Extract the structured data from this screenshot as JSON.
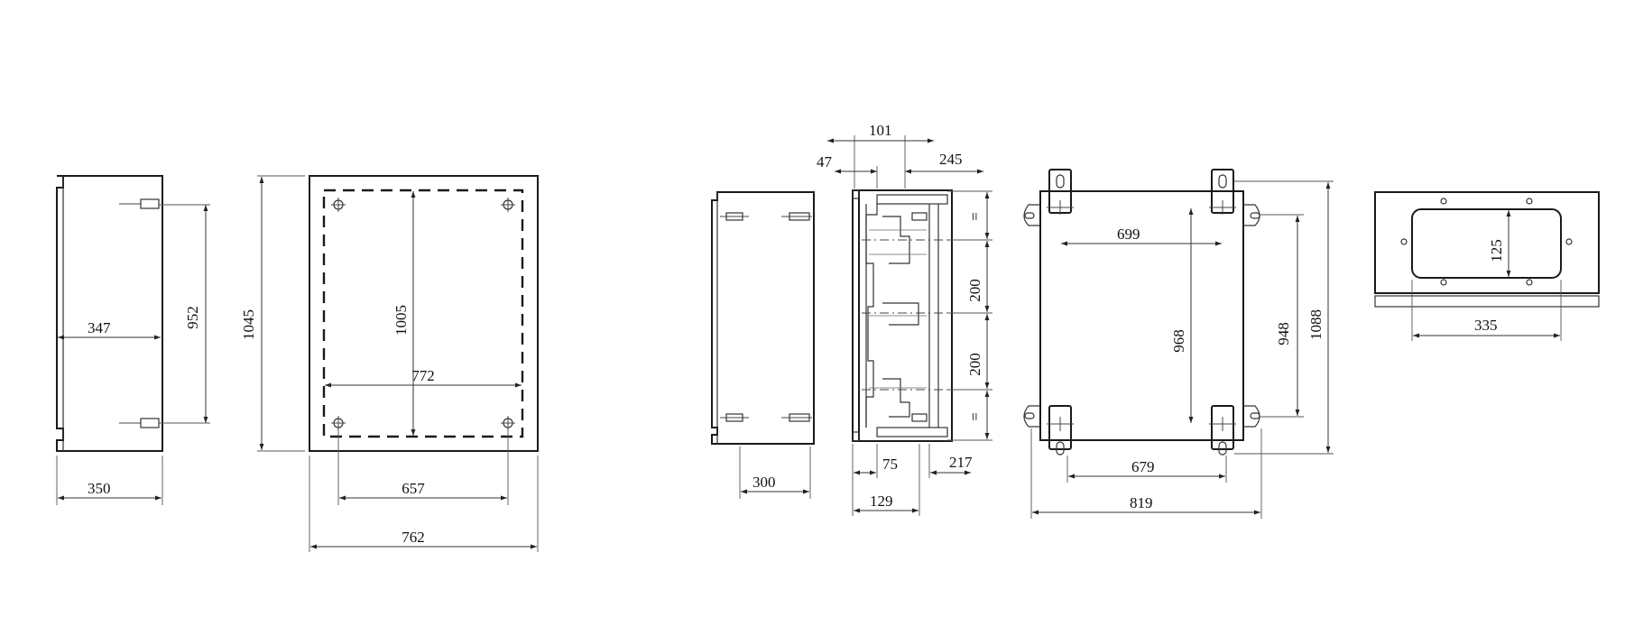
{
  "dimensions": {
    "side_depth_inner": "347",
    "side_hole_pitch": "952",
    "side_depth": "350",
    "front_height": "1045",
    "front_inner_height": "1005",
    "front_inner_width": "772",
    "front_hole_spacing": "657",
    "front_width": "762",
    "side2_depth": "300",
    "sec_101": "101",
    "sec_47": "47",
    "sec_245": "245",
    "sec_pitch_1": "200",
    "sec_pitch_2": "200",
    "sec_equal_top": "=",
    "sec_equal_bottom": "=",
    "sec_75": "75",
    "sec_217": "217",
    "sec_129": "129",
    "rear_699": "699",
    "rear_968": "968",
    "rear_948": "948",
    "rear_1088": "1088",
    "rear_679": "679",
    "rear_819": "819",
    "plate_125": "125",
    "plate_335": "335"
  }
}
